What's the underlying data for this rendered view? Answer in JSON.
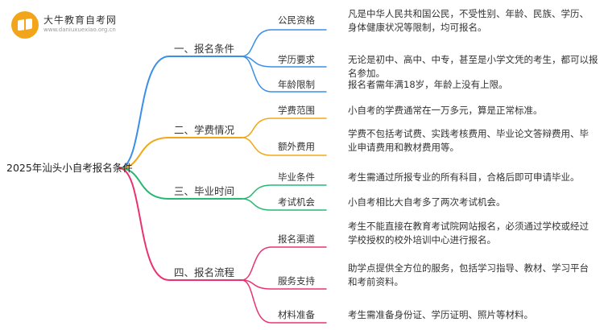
{
  "brand": {
    "name": "大牛教育自考网",
    "url": "www.daniuxuexiao.org.cn",
    "icon": "book-icon",
    "color": "#f2a51a"
  },
  "root": {
    "label": "2025年汕头小自考报名条件"
  },
  "colors": {
    "b1": "#3b8fe8",
    "b2": "#f0a818",
    "b3": "#27b873",
    "b4": "#e8336f"
  },
  "branches": [
    {
      "label": "一、报名条件",
      "items": [
        {
          "label": "公民资格",
          "text": "凡是中华人民共和国公民，不受性别、年龄、民族、学历、身体健康状况等限制，均可报名。"
        },
        {
          "label": "学历要求",
          "text": "无论是初中、高中、中专，甚至是小学文凭的考生，都可以报名参加。"
        },
        {
          "label": "年龄限制",
          "text": "报名者需年满18岁，年龄上没有上限。"
        }
      ]
    },
    {
      "label": "二、学费情况",
      "items": [
        {
          "label": "学费范围",
          "text": "小自考的学费通常在一万多元，算是正常标准。"
        },
        {
          "label": "额外费用",
          "text": "学费不包括考试费、实践考核费用、毕业论文答辩费用、毕业申请费用和教材费用等。"
        }
      ]
    },
    {
      "label": "三、毕业时间",
      "items": [
        {
          "label": "毕业条件",
          "text": "考生需通过所报专业的所有科目，合格后即可申请毕业。"
        },
        {
          "label": "考试机会",
          "text": "小自考相比大自考多了两次考试机会。"
        }
      ]
    },
    {
      "label": "四、报名流程",
      "items": [
        {
          "label": "报名渠道",
          "text": "考生不能直接在教育考试院网站报名，必须通过学校或经过学校授权的校外培训中心进行报名。"
        },
        {
          "label": "服务支持",
          "text": "助学点提供全方位的服务，包括学习指导、教材、学习平台和考前资料。"
        },
        {
          "label": "材料准备",
          "text": "考生需准备身份证、学历证明、照片等材料。"
        }
      ]
    }
  ]
}
